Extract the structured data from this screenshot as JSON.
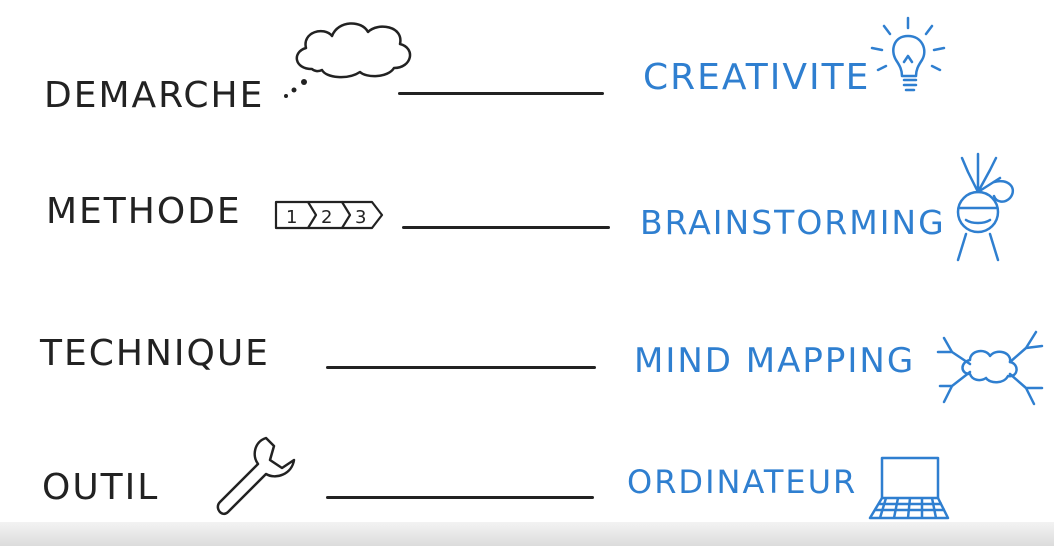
{
  "colors": {
    "term": "#222222",
    "example": "#2f7fd0",
    "background": "#ffffff"
  },
  "rows": [
    {
      "term": "DEMARCHE",
      "example": "CREATIVITE",
      "term_icon": "thought-cloud-icon",
      "example_icon": "light-bulb-icon"
    },
    {
      "term": "METHODE",
      "example": "BRAINSTORMING",
      "term_icon": "steps-123-icon",
      "example_icon": "head-ideas-icon"
    },
    {
      "term": "TECHNIQUE",
      "example": "MIND MAPPING",
      "term_icon": "",
      "example_icon": "mind-map-icon"
    },
    {
      "term": "OUTIL",
      "example": "ORDINATEUR",
      "term_icon": "wrench-icon",
      "example_icon": "laptop-icon"
    }
  ],
  "steps_icon_numbers": [
    "1",
    "2",
    "3"
  ]
}
